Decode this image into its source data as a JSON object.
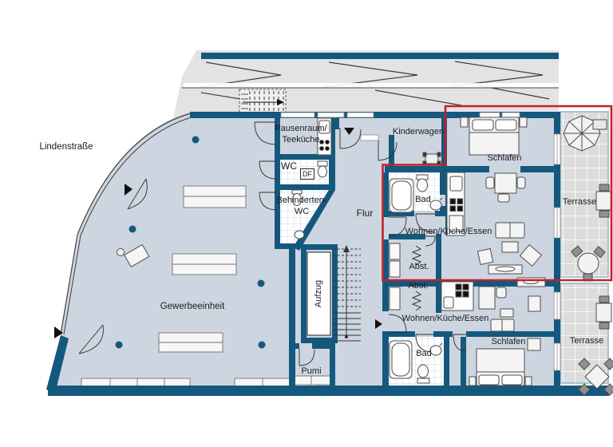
{
  "street": {
    "label": "Lindenstraße"
  },
  "rooms": {
    "pausenraum": "Pausenraum/\nTeeküche",
    "wc": "WC",
    "df": "DF",
    "behinderten_wc": "Behinderten-\nWC",
    "flur": "Flur",
    "gewerbeeinheit": "Gewerbeeinheit",
    "aufzug": "Aufzug",
    "pumi": "Pumi",
    "kinderwagen": "Kinderwagen",
    "schlafen_upper": "Schlafen",
    "bad_upper": "Bad",
    "wohnen_upper": "Wohnen/Küche/Essen",
    "abst_upper": "Abst.",
    "abst_lower": "Abst.",
    "wohnen_lower": "Wohnen/Küche/Essen",
    "schlafen_lower": "Schlafen",
    "bad_lower": "Bad",
    "terrasse_upper": "Terrasse",
    "terrasse_lower": "Terrasse"
  },
  "colors": {
    "wall": "#15587E",
    "floor": "#CDD5E0",
    "terrace": "#DCDCDC",
    "street": "#E3E3E3",
    "apartment_outline": "#C0232B",
    "tile_grid": "#CCD9E4",
    "furniture_stroke": "#4D4D4D"
  }
}
